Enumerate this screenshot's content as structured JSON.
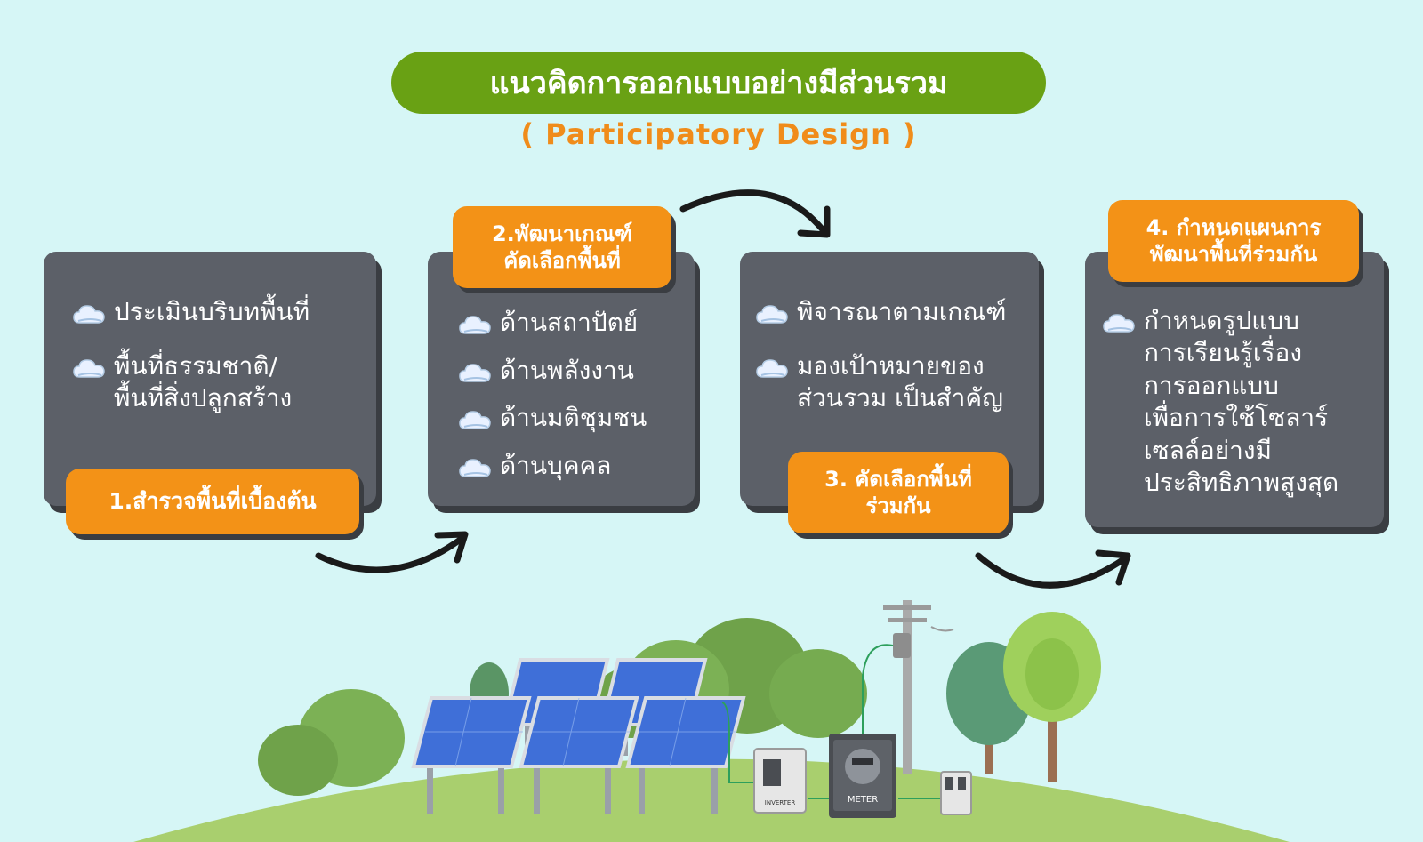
{
  "title": "แนวคิดการออกแบบอย่างมีส่วนรวม",
  "subtitle": "( Participatory Design )",
  "steps": [
    {
      "tag": "1.สำรวจพื้นที่เบื้องต้น",
      "items": [
        "ประเมินบริบทพื้นที่",
        "พื้นที่ธรรมชาติ/\nพื้นที่สิ่งปลูกสร้าง"
      ]
    },
    {
      "tag": "2.พัฒนาเกณฑ์\nคัดเลือกพื้นที่",
      "items": [
        "ด้านสถาปัตย์",
        "ด้านพลังงาน",
        "ด้านมติชุมชน",
        "ด้านบุคคล"
      ]
    },
    {
      "tag": "3. คัดเลือกพื้นที่\nร่วมกัน",
      "items": [
        "พิจารณาตามเกณฑ์",
        "มองเป้าหมายของ\nส่วนรวม เป็นสำคัญ"
      ]
    },
    {
      "tag": "4. กำหนดแผนการ\nพัฒนาพื้นที่ร่วมกัน",
      "items": [
        "กำหนดรูปแบบ\nการเรียนรู้เรื่อง\nการออกแบบ\nเพื่อการใช้โซลาร์\nเซลล์อย่างมี\nประสิทธิภาพสูงสุด"
      ]
    }
  ],
  "equipment": {
    "inverter_label": "INVERTER",
    "meter_label": "METER"
  },
  "colors": {
    "background": "#d6f6f6",
    "title_green": "#69a114",
    "accent_orange": "#f39217",
    "card_gray": "#5c6068",
    "hill_green": "#a9cf6e"
  },
  "icons": {
    "bullet": "cloud-icon",
    "flow": "curved-arrow-icon"
  }
}
